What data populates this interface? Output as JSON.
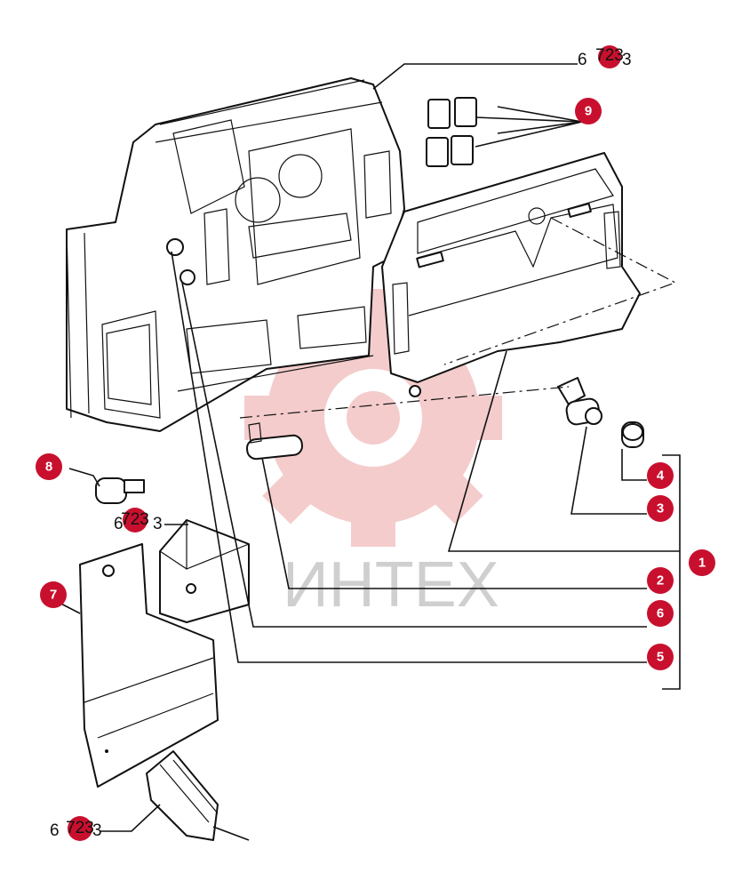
{
  "watermark": {
    "text": "ИНТЕХ",
    "color": "#f0b9b9"
  },
  "accent_color": "#c8102e",
  "callouts": [
    {
      "id": "1",
      "label": "1"
    },
    {
      "id": "2",
      "label": "2"
    },
    {
      "id": "3",
      "label": "3"
    },
    {
      "id": "4",
      "label": "4"
    },
    {
      "id": "5",
      "label": "5"
    },
    {
      "id": "6",
      "label": "6"
    },
    {
      "id": "7",
      "label": "7"
    },
    {
      "id": "8",
      "label": "8"
    },
    {
      "id": "9",
      "label": "9"
    }
  ],
  "references": {
    "top": {
      "prefix": "6",
      "badge": "723",
      "suffix": "3"
    },
    "middle": {
      "prefix": "6",
      "badge": "723",
      "suffix": "3"
    },
    "bottom": {
      "prefix": "6",
      "badge": "723",
      "suffix": "3"
    }
  }
}
